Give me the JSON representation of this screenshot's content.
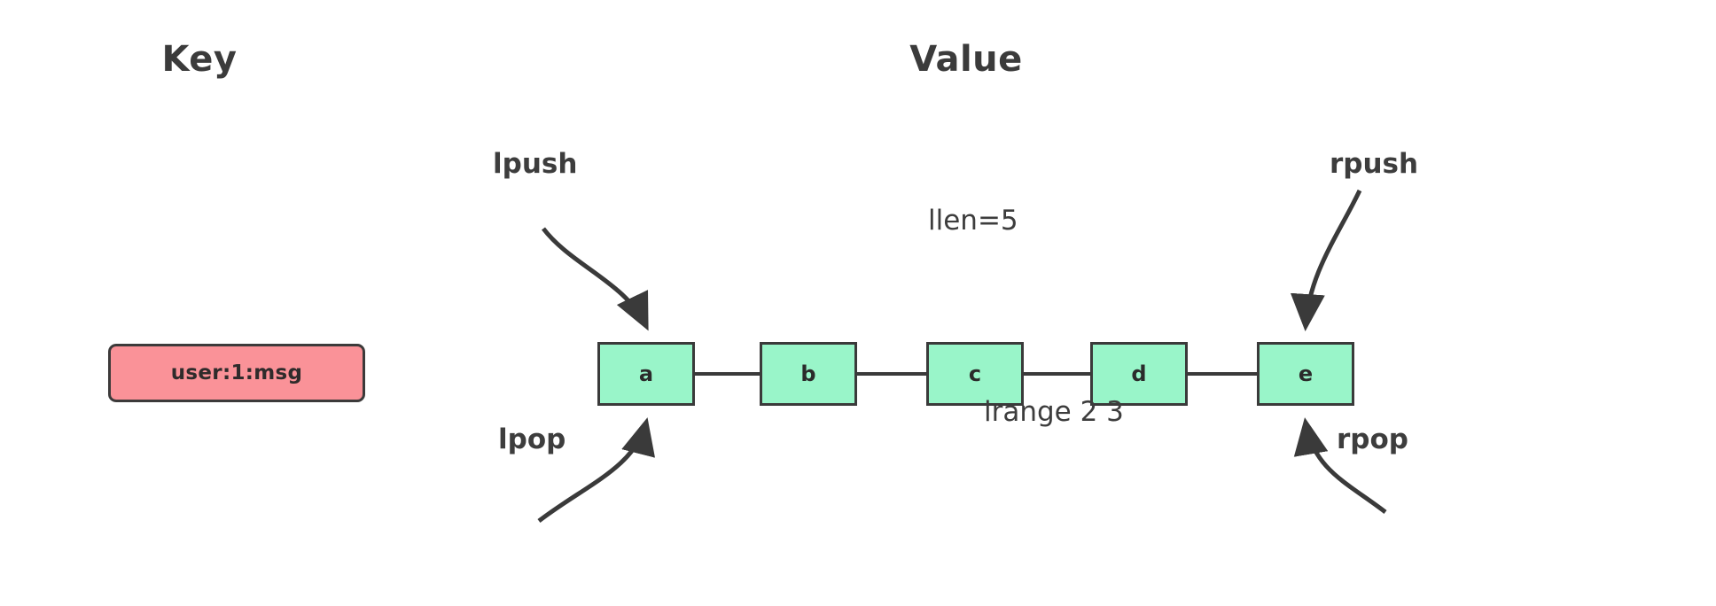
{
  "headings": {
    "key": "Key",
    "value": "Value"
  },
  "key_entry": {
    "name": "user:1:msg",
    "fill_color": "#fa9298",
    "border_color": "#3c3a3a"
  },
  "list": {
    "fill_color": "#99f5c9",
    "border_color": "#3a3a3a",
    "nodes": [
      {
        "value": "a"
      },
      {
        "value": "b"
      },
      {
        "value": "c"
      },
      {
        "value": "d"
      },
      {
        "value": "e"
      }
    ]
  },
  "operations": {
    "lpush": "lpush",
    "rpush": "rpush",
    "lpop": "lpop",
    "rpop": "rpop"
  },
  "annotations": {
    "llen": "llen=5",
    "lrange": "lrange 2 3"
  },
  "colors": {
    "background": "#ffffff",
    "text": "#3d3d3d",
    "stroke": "#3a3a3a"
  }
}
